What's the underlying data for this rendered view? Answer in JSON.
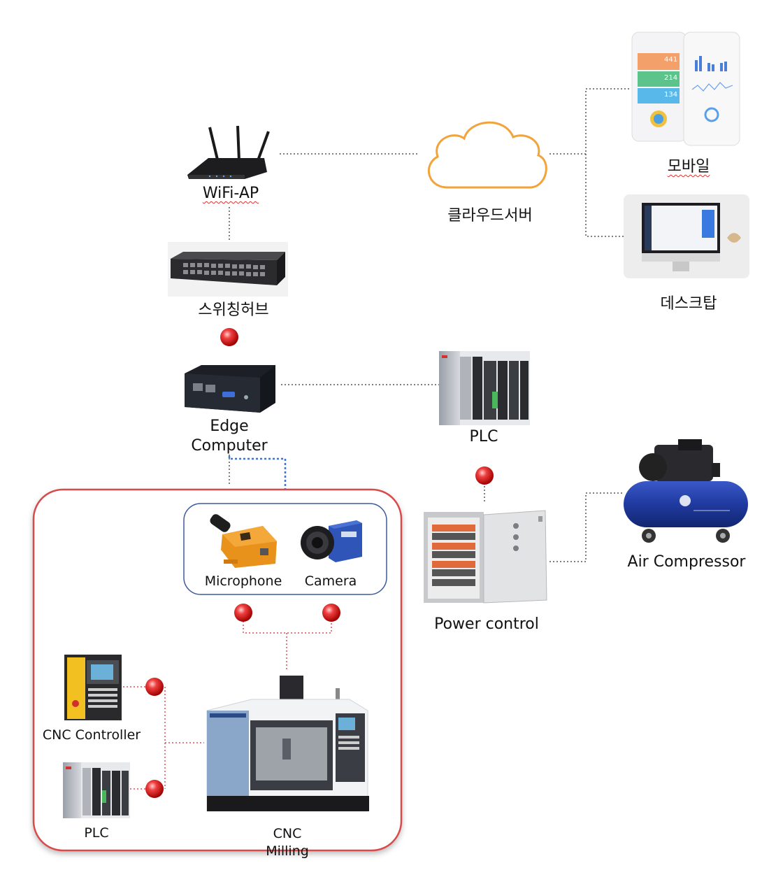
{
  "nodes": {
    "wifi_ap": "WiFi-AP",
    "switch_hub": "스위칭허브",
    "edge_computer": [
      "Edge",
      "Computer"
    ],
    "cloud_server": "클라우드서버",
    "mobile": "모바일",
    "desktop": "데스크탑",
    "plc_top": "PLC",
    "power_control": "Power control",
    "air_compressor": "Air Compressor",
    "microphone": "Microphone",
    "camera": "Camera",
    "cnc_controller": "CNC Controller",
    "plc_bottom": "PLC",
    "cnc_milling": [
      "CNC",
      "Milling"
    ]
  },
  "colors": {
    "dotted_line": "#555555",
    "red_line": "#e05050",
    "blue_arrow": "#4472c4",
    "cloud_stroke": "#f2a33a",
    "group_border": "#d94a4a",
    "sensor_border": "#3d5a9e",
    "node_red": "#e02020"
  },
  "phone_values": [
    "441",
    "214",
    "134"
  ],
  "icons": [
    "router-icon",
    "switch-hub-icon",
    "edge-computer-icon",
    "cloud-icon",
    "mobile-phones-icon",
    "desktop-monitor-icon",
    "plc-rack-icon",
    "power-control-cabinet-icon",
    "air-compressor-icon",
    "microphone-sensor-icon",
    "industrial-camera-icon",
    "cnc-controller-icon",
    "cnc-milling-machine-icon"
  ]
}
